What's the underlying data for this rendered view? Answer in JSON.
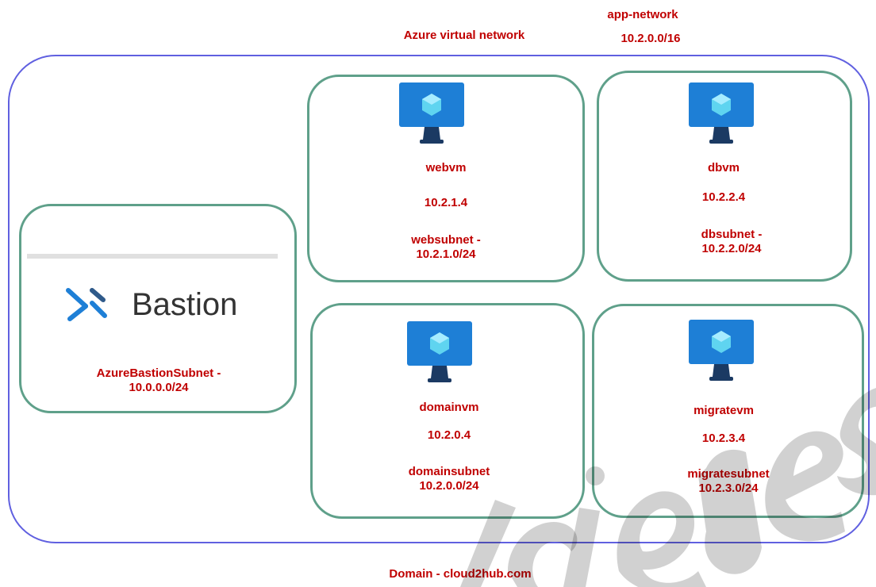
{
  "header": {
    "vnet_name": "app-network",
    "vnet_cidr": "10.2.0.0/16",
    "vnet_type": "Azure virtual network"
  },
  "bastion": {
    "product_name": "Bastion",
    "subnet_line1": "AzureBastionSubnet -",
    "subnet_line2": "10.0.0.0/24"
  },
  "vms": [
    {
      "name": "webvm",
      "ip": "10.2.1.4",
      "subnet_line1": "websubnet -",
      "subnet_line2": "10.2.1.0/24"
    },
    {
      "name": "dbvm",
      "ip": "10.2.2.4",
      "subnet_line1": "dbsubnet -",
      "subnet_line2": "10.2.2.0/24"
    },
    {
      "name": "domainvm",
      "ip": "10.2.0.4",
      "subnet_line1": "domainsubnet",
      "subnet_line2": "10.2.0.0/24"
    },
    {
      "name": "migratevm",
      "ip": "10.2.3.4",
      "subnet_line1": "migratesubnet",
      "subnet_line2": "10.2.3.0/24"
    }
  ],
  "footer": {
    "domain": "Domain - cloud2hub.com"
  },
  "icons": {
    "vm": "virtual-machine-icon",
    "bastion": "bastion-icon"
  },
  "colors": {
    "label": "#c00000",
    "vnet_border": "#6060e0",
    "subnet_border": "#5fa08a",
    "monitor": "#1e7fd6"
  }
}
